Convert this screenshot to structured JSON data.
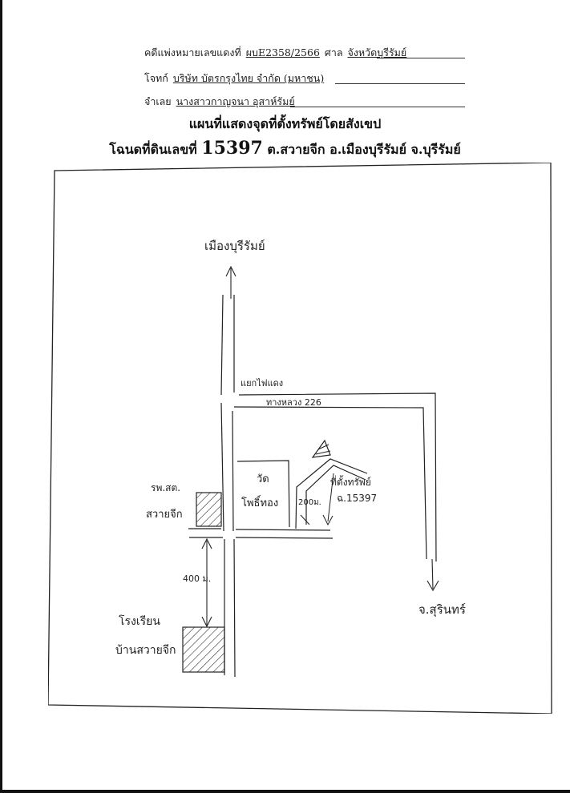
{
  "header": {
    "case_label": "คดีแพ่งหมายเลขแดงที่",
    "case_number": "ผบE2358/2566",
    "court_label": "ศาล",
    "court": "จังหวัดบุรีรัมย์",
    "plaintiff_label": "โจทก์",
    "plaintiff": "บริษัท บัตรกรุงไทย จำกัด (มหาชน)",
    "defendant_label": "จำเลย",
    "defendant": "นางสาวกาญจนา อุสาห์รัมย์"
  },
  "title": {
    "line1": "แผนที่แสดงจุดที่ตั้งทรัพย์โดยสังเขป",
    "deed_prefix": "โฉนดที่ดินเลขที่",
    "deed_number": "15397",
    "location": "ต.สวายจีก อ.เมืองบุรีรัมย์ จ.บุรีรัมย์"
  },
  "map_labels": {
    "north_destination": "เมืองบุรีรัมย์",
    "traffic_light": "แยกไฟแดง",
    "highway": "ทางหลวง 226",
    "temple_line1": "วัด",
    "temple_line2": "โพธิ์ทอง",
    "hospital_line1": "รพ.สต.",
    "hospital_line2": "สวายจีก",
    "property_line1": "ที่ตั้งทรัพย์",
    "property_line2": "ฉ.15397",
    "distance_200": "200ม.",
    "distance_400": "400 ม.",
    "school_line1": "โรงเรียน",
    "school_line2": "บ้านสวายจีก",
    "east_destination": "จ.สุรินทร์"
  }
}
